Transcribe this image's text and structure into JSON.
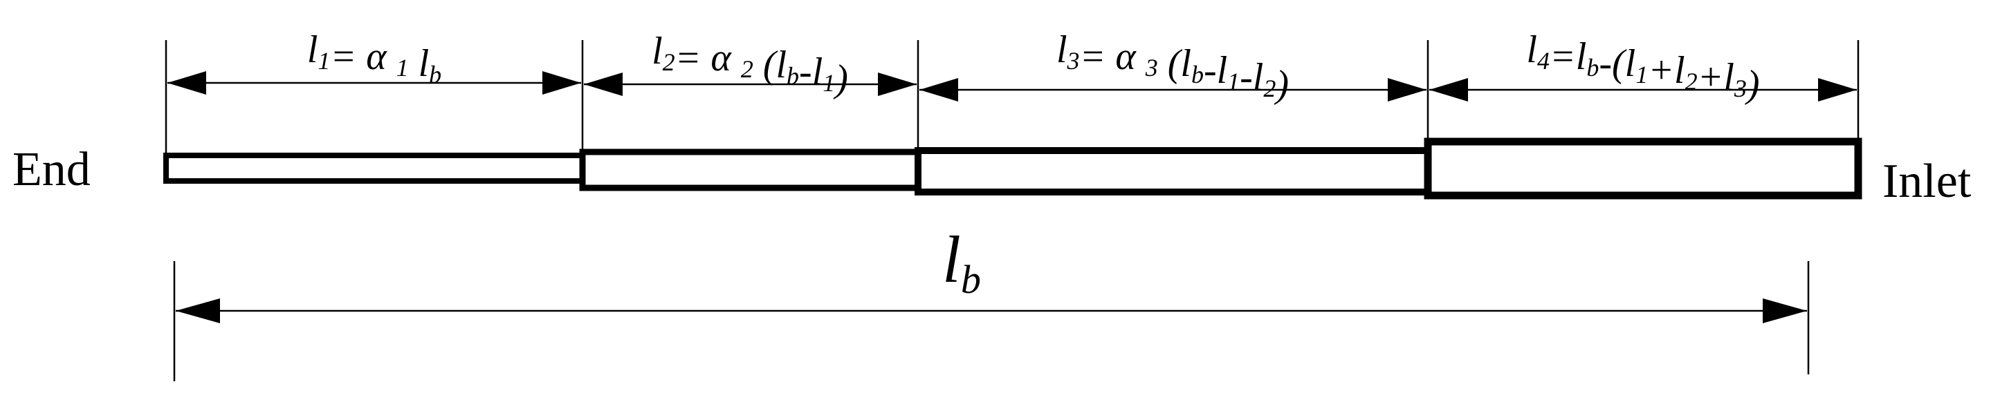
{
  "diagram": {
    "end_label": "End",
    "inlet_label": "Inlet",
    "segments": [
      {
        "id": "l1",
        "name": "l",
        "sub": "1",
        "formula": [
          {
            "t": "l",
            "s": false
          },
          {
            "t": "1",
            "s": true
          },
          {
            "t": "= α ",
            "s": false
          },
          {
            "t": "1",
            "s": true
          },
          {
            "t": " l",
            "s": false
          },
          {
            "t": "b",
            "s": true
          }
        ]
      },
      {
        "id": "l2",
        "name": "l",
        "sub": "2",
        "formula": [
          {
            "t": "l",
            "s": false
          },
          {
            "t": "2",
            "s": true
          },
          {
            "t": "= α ",
            "s": false
          },
          {
            "t": "2",
            "s": true
          },
          {
            "t": " (l",
            "s": false
          },
          {
            "t": "b",
            "s": true
          },
          {
            "t": "-l",
            "s": false
          },
          {
            "t": "1",
            "s": true
          },
          {
            "t": ")",
            "s": false
          }
        ]
      },
      {
        "id": "l3",
        "name": "l",
        "sub": "3",
        "formula": [
          {
            "t": "l",
            "s": false
          },
          {
            "t": "3",
            "s": true
          },
          {
            "t": "= α ",
            "s": false
          },
          {
            "t": "3",
            "s": true
          },
          {
            "t": " (l",
            "s": false
          },
          {
            "t": "b",
            "s": true
          },
          {
            "t": "-l",
            "s": false
          },
          {
            "t": "1",
            "s": true
          },
          {
            "t": "-l",
            "s": false
          },
          {
            "t": "2",
            "s": true
          },
          {
            "t": ")",
            "s": false
          }
        ]
      },
      {
        "id": "l4",
        "name": "l",
        "sub": "4",
        "formula": [
          {
            "t": "l",
            "s": false
          },
          {
            "t": "4",
            "s": true
          },
          {
            "t": "=l",
            "s": false
          },
          {
            "t": "b",
            "s": true
          },
          {
            "t": "-(l",
            "s": false
          },
          {
            "t": "1",
            "s": true
          },
          {
            "t": "+l",
            "s": false
          },
          {
            "t": "2",
            "s": true
          },
          {
            "t": "+l",
            "s": false
          },
          {
            "t": "3",
            "s": true
          },
          {
            "t": ")",
            "s": false
          }
        ]
      }
    ],
    "total_length": {
      "base": "l",
      "sub": "b"
    }
  }
}
